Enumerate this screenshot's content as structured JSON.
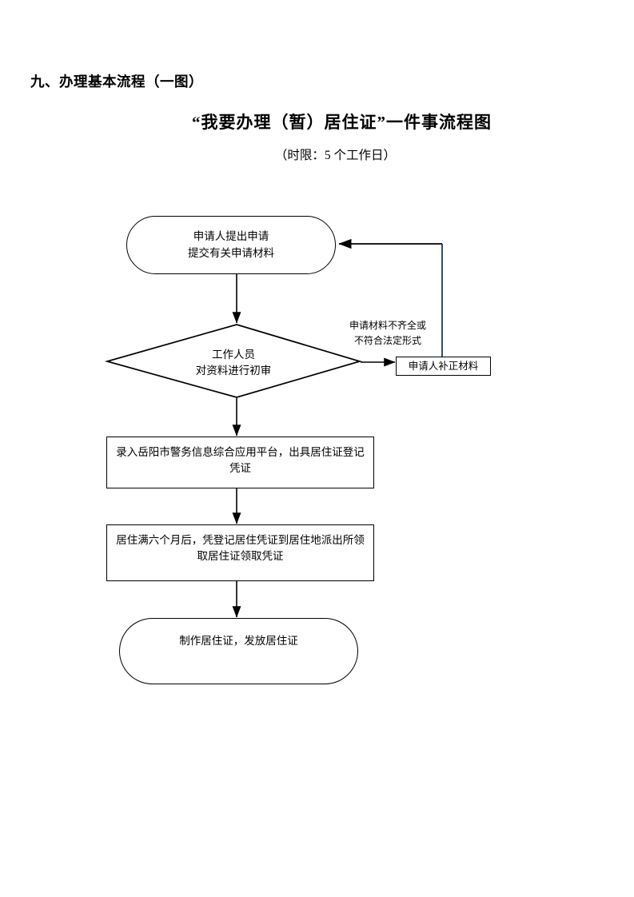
{
  "document": {
    "section_heading": "九、办理基本流程（一图）",
    "title": "“我要办理（暂）居住证”一件事流程图",
    "subtitle": "（时限：5 个工作日）"
  },
  "colors": {
    "stroke": "#000000",
    "feedback_line": "#1F3864",
    "text": "#000000",
    "background": "#FFFFFF"
  },
  "chart_data": {
    "type": "flowchart",
    "title": "“我要办理（暂）居住证”一件事流程图",
    "subtitle": "（时限：5 个工作日）",
    "orientation": "top-to-bottom",
    "nodes": [
      {
        "id": "start",
        "shape": "terminator",
        "lines": [
          "申请人提出申请",
          "提交有关申请材料"
        ]
      },
      {
        "id": "review",
        "shape": "decision",
        "lines": [
          "工作人员",
          "对资料进行初审"
        ]
      },
      {
        "id": "supplement",
        "shape": "process",
        "lines": [
          "申请人补正材料"
        ]
      },
      {
        "id": "record",
        "shape": "process",
        "lines": [
          "录入岳阳市警务信息综合应用平台，出具居住证登记",
          "凭证"
        ]
      },
      {
        "id": "collect",
        "shape": "process",
        "lines": [
          "居住满六个月后，凭登记居住凭证到居住地派出所领",
          "取居住证领取凭证"
        ]
      },
      {
        "id": "issue",
        "shape": "terminator",
        "lines": [
          "制作居住证，发放居住证"
        ]
      }
    ],
    "edges": [
      {
        "from": "start",
        "to": "review",
        "label": ""
      },
      {
        "from": "review",
        "to": "supplement",
        "label": "申请材料不齐全或\n不符合法定形式"
      },
      {
        "from": "supplement",
        "to": "start",
        "label": "",
        "style": "feedback"
      },
      {
        "from": "review",
        "to": "record",
        "label": ""
      },
      {
        "from": "record",
        "to": "collect",
        "label": ""
      },
      {
        "from": "collect",
        "to": "issue",
        "label": ""
      }
    ]
  },
  "flow": {
    "start": {
      "line1": "申请人提出申请",
      "line2": "提交有关申请材料"
    },
    "decision": {
      "line1": "工作人员",
      "line2": "对资料进行初审"
    },
    "branch_label": {
      "line1": "申请材料不齐全或",
      "line2": "不符合法定形式"
    },
    "supplement": {
      "text": "申请人补正材料"
    },
    "record": {
      "line1": "录入岳阳市警务信息综合应用平台，出具居住证登记",
      "line2": "凭证"
    },
    "collect": {
      "line1": "居住满六个月后，凭登记居住凭证到居住地派出所领",
      "line2": "取居住证领取凭证"
    },
    "issue": {
      "text": "制作居住证，发放居住证"
    }
  }
}
